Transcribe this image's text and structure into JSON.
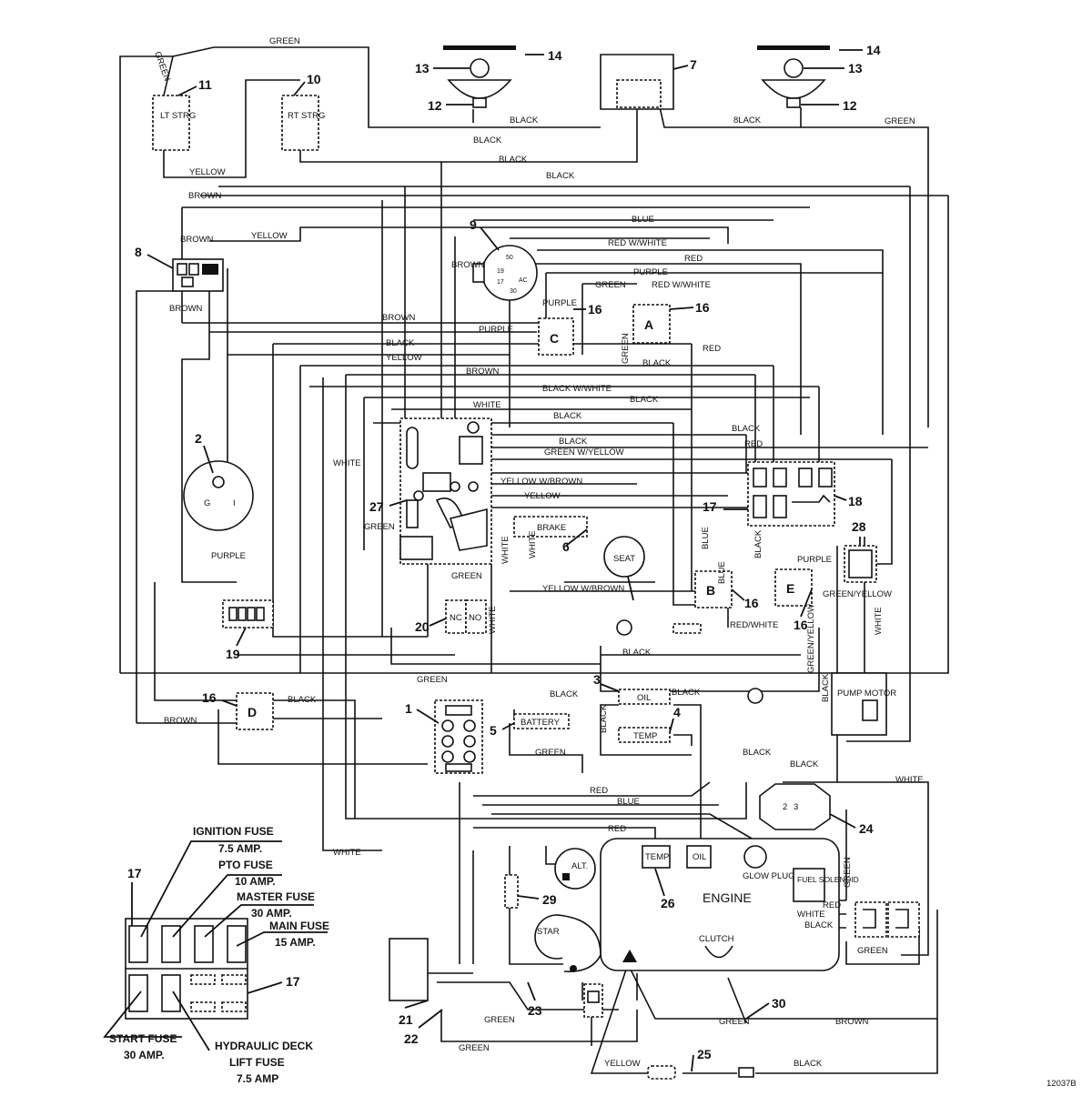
{
  "diagram": {
    "drawing_number": "12037B",
    "callouts": {
      "c1": "1",
      "c2": "2",
      "c3": "3",
      "c4": "4",
      "c5": "5",
      "c6": "6",
      "c7": "7",
      "c8": "8",
      "c9": "9",
      "c10": "10",
      "c11": "11",
      "c12a": "12",
      "c12b": "12",
      "c13a": "13",
      "c13b": "13",
      "c14a": "14",
      "c14b": "14",
      "c16a": "16",
      "c16b": "16",
      "c16c": "16",
      "c16d": "16",
      "c16e": "16",
      "c17a": "17",
      "c17b": "17",
      "c17c": "17",
      "c18": "18",
      "c19": "19",
      "c20": "20",
      "c21": "21",
      "c22": "22",
      "c23": "23",
      "c24": "24",
      "c25": "25",
      "c26": "26",
      "c27": "27",
      "c28": "28",
      "c29": "29",
      "c30": "30"
    },
    "component_text": {
      "lt_strg": "LT STRG",
      "rt_strg": "RT STRG",
      "ign_g": "G",
      "ign_i": "I",
      "key_50": "50",
      "key_19": "19",
      "key_17": "17",
      "key_30": "30",
      "key_ac": "AC",
      "relay_c": "C",
      "relay_a": "A",
      "relay_b": "B",
      "relay_e": "E",
      "relay_d": "D",
      "brake": "BRAKE",
      "seat": "SEAT",
      "nc": "NC",
      "no": "NO",
      "oil_sender": "OIL",
      "temp_sender": "TEMP",
      "battery_label": "BATTERY",
      "pump_motor": "PUMP MOTOR",
      "reg_2": "2",
      "reg_3": "3",
      "engine": "ENGINE",
      "alt": "ALT.",
      "temp_box": "TEMP",
      "oil_box": "OIL",
      "glow_plug": "GLOW PLUG",
      "fuel_solenoid": "FUEL SOLENOID",
      "starter": "STARTER",
      "clutch": "CLUTCH"
    },
    "wire_labels": {
      "green_top": "GREEN",
      "green_lt": "GREEN",
      "green_right": "GREEN",
      "black_l1": "BLACK",
      "black_r1": "8LACK",
      "black_a": "BLACK",
      "black_b": "BLACK",
      "black_c": "BLACK",
      "yellow_steer": "YELLOW",
      "brown_top": "BROWN",
      "yellow_8": "YELLOW",
      "brown_8a": "BROWN",
      "brown_8b": "BROWN",
      "blue_top": "BLUE",
      "red_white_top": "RED W/WHITE",
      "red_top": "RED",
      "brown_key": "BROWN",
      "purple_top": "PURPLE",
      "green_16": "GREEN",
      "red_white_16": "RED W/WHITE",
      "purple_16": "PURPLE",
      "green_16v": "GREEN",
      "black_16": "BLACK",
      "red_16": "RED",
      "brown_mid": "BROWN",
      "purple_mid": "PURPLE",
      "black_mid": "BLACK",
      "yellow_mid": "YELLOW",
      "brown_mid2": "BROWN",
      "black_white": "BLACK W/WHITE",
      "black_mid3": "BLACK",
      "white_27": "WHITE",
      "black_27": "BLACK",
      "black_27b": "BLACK",
      "black_18": "BLACK",
      "red_18": "RED",
      "black_27c": "BLACK",
      "green_yellow": "GREEN W/YELLOW",
      "white_2": "WHITE",
      "yellow_w_brown": "YELLOW W/BROWN",
      "yellow_27": "YELLOW",
      "green_27": "GREEN",
      "white_6": "WHITE",
      "white_6b": "WHITE",
      "green_6": "GREEN",
      "yellow_w_brown_b": "YELLOW W/BROWN",
      "purple_19": "PURPLE",
      "blue_17": "BLUE",
      "black_17": "BLACK",
      "blue_16": "BLUE",
      "purple_28": "PURPLE",
      "green_yellow_28": "GREEN/YELLOW",
      "green_yellow_v": "GREEN/YELLOW",
      "white_28": "WHITE",
      "red_white_16b": "RED/WHITE",
      "white_20": "WHITE",
      "black_20": "BLACK",
      "green_20": "GREEN",
      "black_16d": "BLACK",
      "brown_16d": "BROWN",
      "black_3": "BLACK",
      "black_3b": "BLACK",
      "black_4": "BLACK",
      "black_v": "BLACK",
      "black_pump": "BLACK",
      "green_5": "GREEN",
      "black_24": "BLACK",
      "white_24": "WHITE",
      "red_eng": "RED",
      "blue_eng": "BLUE",
      "red_eng2": "RED",
      "white_low": "WHITE",
      "green_fuel": "GREEN",
      "red_fuel": "RED",
      "white_fuel": "WHITE",
      "black_fuel": "BLACK",
      "green_eng": "GREEN",
      "green_23": "GREEN",
      "green_22": "GREEN",
      "green_30": "GREEN",
      "brown_30": "BROWN",
      "yellow_25": "YELLOW",
      "black_25": "BLACK"
    },
    "fuse_legend": {
      "ignition": "IGNITION FUSE",
      "ignition_amp": "7.5 AMP.",
      "pto": "PTO FUSE",
      "pto_amp": "10 AMP.",
      "master": "MASTER FUSE",
      "master_amp": "30 AMP.",
      "main": "MAIN FUSE",
      "main_amp": "15 AMP.",
      "start": "START FUSE",
      "start_amp": "30 AMP.",
      "hyd": "HYDRAULIC DECK",
      "hyd2": "LIFT FUSE",
      "hyd_amp": "7.5 AMP"
    }
  }
}
